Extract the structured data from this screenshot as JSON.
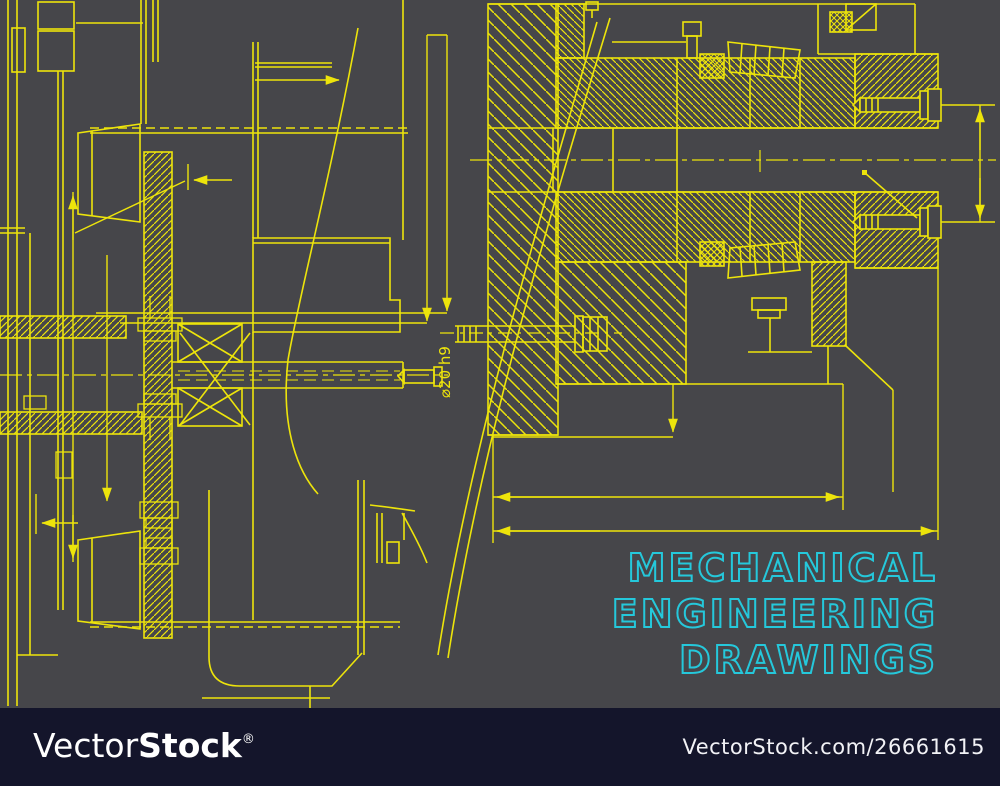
{
  "colors": {
    "background": "#46464A",
    "line_yellow": "#EDE40B",
    "title_cyan": "#25C8DB",
    "watermark_bar": "#14152B",
    "watermark_text": "#FFFFFF"
  },
  "title": {
    "lines": [
      "MECHANICAL",
      "ENGINEERING",
      "DRAWINGS"
    ]
  },
  "drawing": {
    "dim_label": "⌀20 h9"
  },
  "watermark": {
    "brand_regular": "Vector",
    "brand_bold": "Stock",
    "registered_mark": "®",
    "footer_url": "VectorStock.com/26661615"
  }
}
